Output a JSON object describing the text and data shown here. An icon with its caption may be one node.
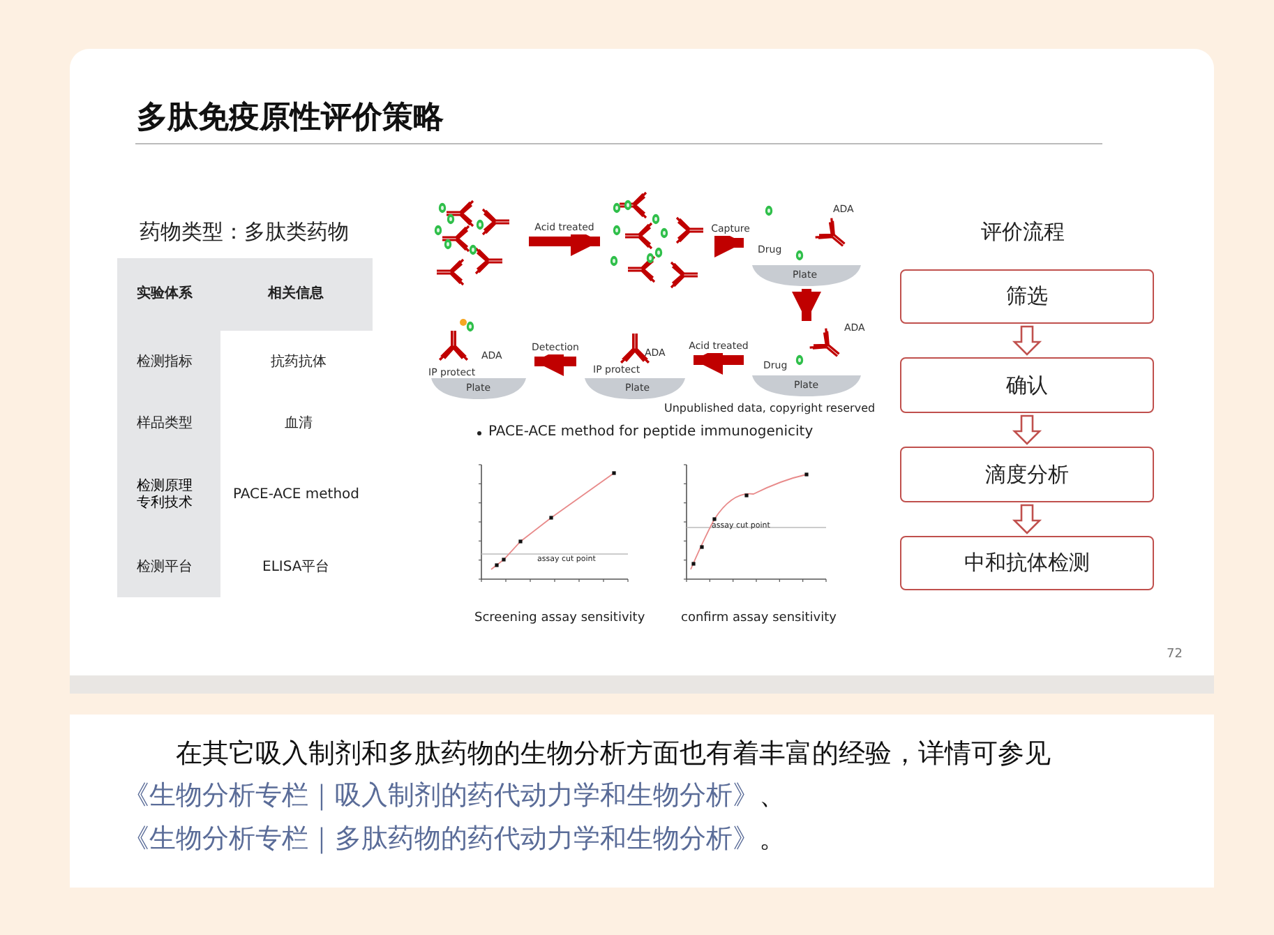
{
  "diagram": {
    "title": "多肽免疫原性评价策略",
    "nodes": [
      {
        "text": [],
        "shape": "picture"
      },
      {
        "text": [],
        "shape": "picture"
      },
      {
        "text": [
          "Drug",
          "ADA",
          "Plate"
        ]
      },
      {
        "text": [
          "ADA",
          "Drug",
          "Plate"
        ]
      },
      {
        "text": [
          "ADA",
          "IP protect",
          "Plate"
        ]
      },
      {
        "text": [
          "ADA",
          "IP protect",
          "Plate"
        ]
      },
      {
        "text": [
          "筛选"
        ]
      },
      {
        "text": [
          "确认"
        ]
      },
      {
        "text": [
          "滴度分析"
        ]
      },
      {
        "text": [
          "中和抗体检测"
        ]
      }
    ],
    "edges": [
      {
        "from": 0,
        "to": 1,
        "arrow": "to",
        "label": "Acid treated"
      },
      {
        "from": 1,
        "to": 2,
        "arrow": "to",
        "label": "Capture"
      },
      {
        "from": 2,
        "to": 3,
        "arrow": "to"
      },
      {
        "from": 3,
        "to": 4,
        "arrow": "to",
        "label": "Acid treated"
      },
      {
        "from": 4,
        "to": 5,
        "arrow": "to",
        "label": "Detection"
      },
      {
        "from": 6,
        "to": 7,
        "arrow": "to",
        "color": "#c0504d"
      },
      {
        "from": 7,
        "to": 8,
        "arrow": "to",
        "color": "#c0504d"
      },
      {
        "from": 8,
        "to": 9,
        "arrow": "to",
        "color": "#c0504d"
      }
    ],
    "labels": [
      "药物类型：多肽类药物",
      "实验体系",
      "相关信息",
      "检测指标",
      "抗药抗体",
      "样品类型",
      "血清",
      "检测原理专利技术",
      "PACE-ACE method",
      "检测平台",
      "ELISA平台",
      "Unpublished data, copyright reserved",
      "PACE-ACE method for peptide immunogenicity",
      "assay cut point",
      "Screening assay sensitivity",
      "assay cut point",
      "confirm assay sensitivity",
      "评价流程",
      "72",
      "在其它吸入制剂和多肽药物的生物分析方面也有着丰富的经验，详情可参见",
      "《生物分析专栏｜吸入制剂的药代动力学和生物分析》",
      "、",
      "《生物分析专栏｜多肽药物的药代动力学和生物分析》",
      "。"
    ]
  }
}
